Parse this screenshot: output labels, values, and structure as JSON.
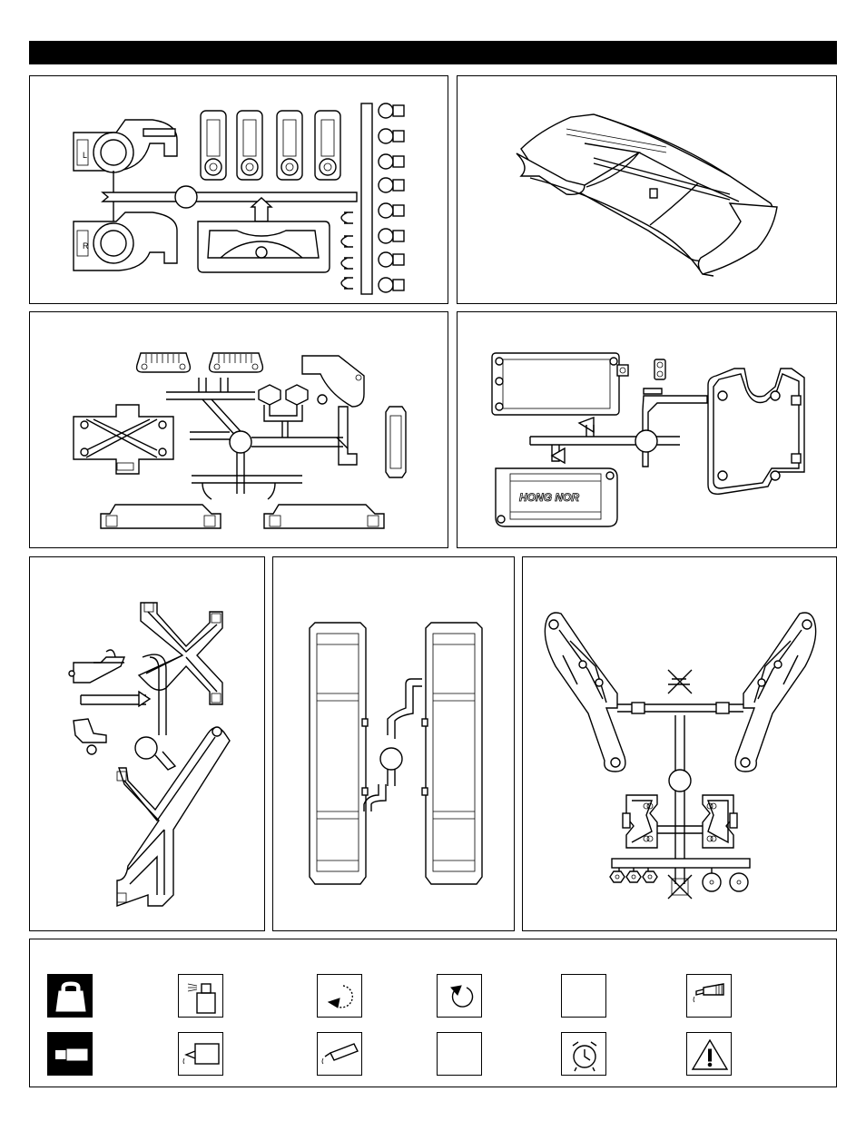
{
  "page": {
    "brand_label": "HONG NOR",
    "side_marks": [
      "L",
      "R"
    ]
  },
  "panels": [
    {
      "name": "rear-hub-carrier-parts-tree"
    },
    {
      "name": "rear-wing"
    },
    {
      "name": "bumper-mount-parts-tree"
    },
    {
      "name": "radio-box-parts-tree"
    },
    {
      "name": "chassis-brace-parts-tree"
    },
    {
      "name": "side-guard-parts-tree"
    },
    {
      "name": "wing-mount-parts-tree"
    }
  ],
  "legend": [
    {
      "icon": "weight-icon"
    },
    {
      "icon": "spray-bottle-icon"
    },
    {
      "icon": "rotate-counterclockwise-icon"
    },
    {
      "icon": "rotate-loop-icon"
    },
    {
      "icon": "blank-square-icon"
    },
    {
      "icon": "grease-tube-icon"
    },
    {
      "icon": "hex-bar-icon"
    },
    {
      "icon": "oil-bottle-icon"
    },
    {
      "icon": "glue-tube-icon"
    },
    {
      "icon": "blank-square-icon"
    },
    {
      "icon": "alarm-clock-icon"
    },
    {
      "icon": "warning-icon"
    }
  ]
}
